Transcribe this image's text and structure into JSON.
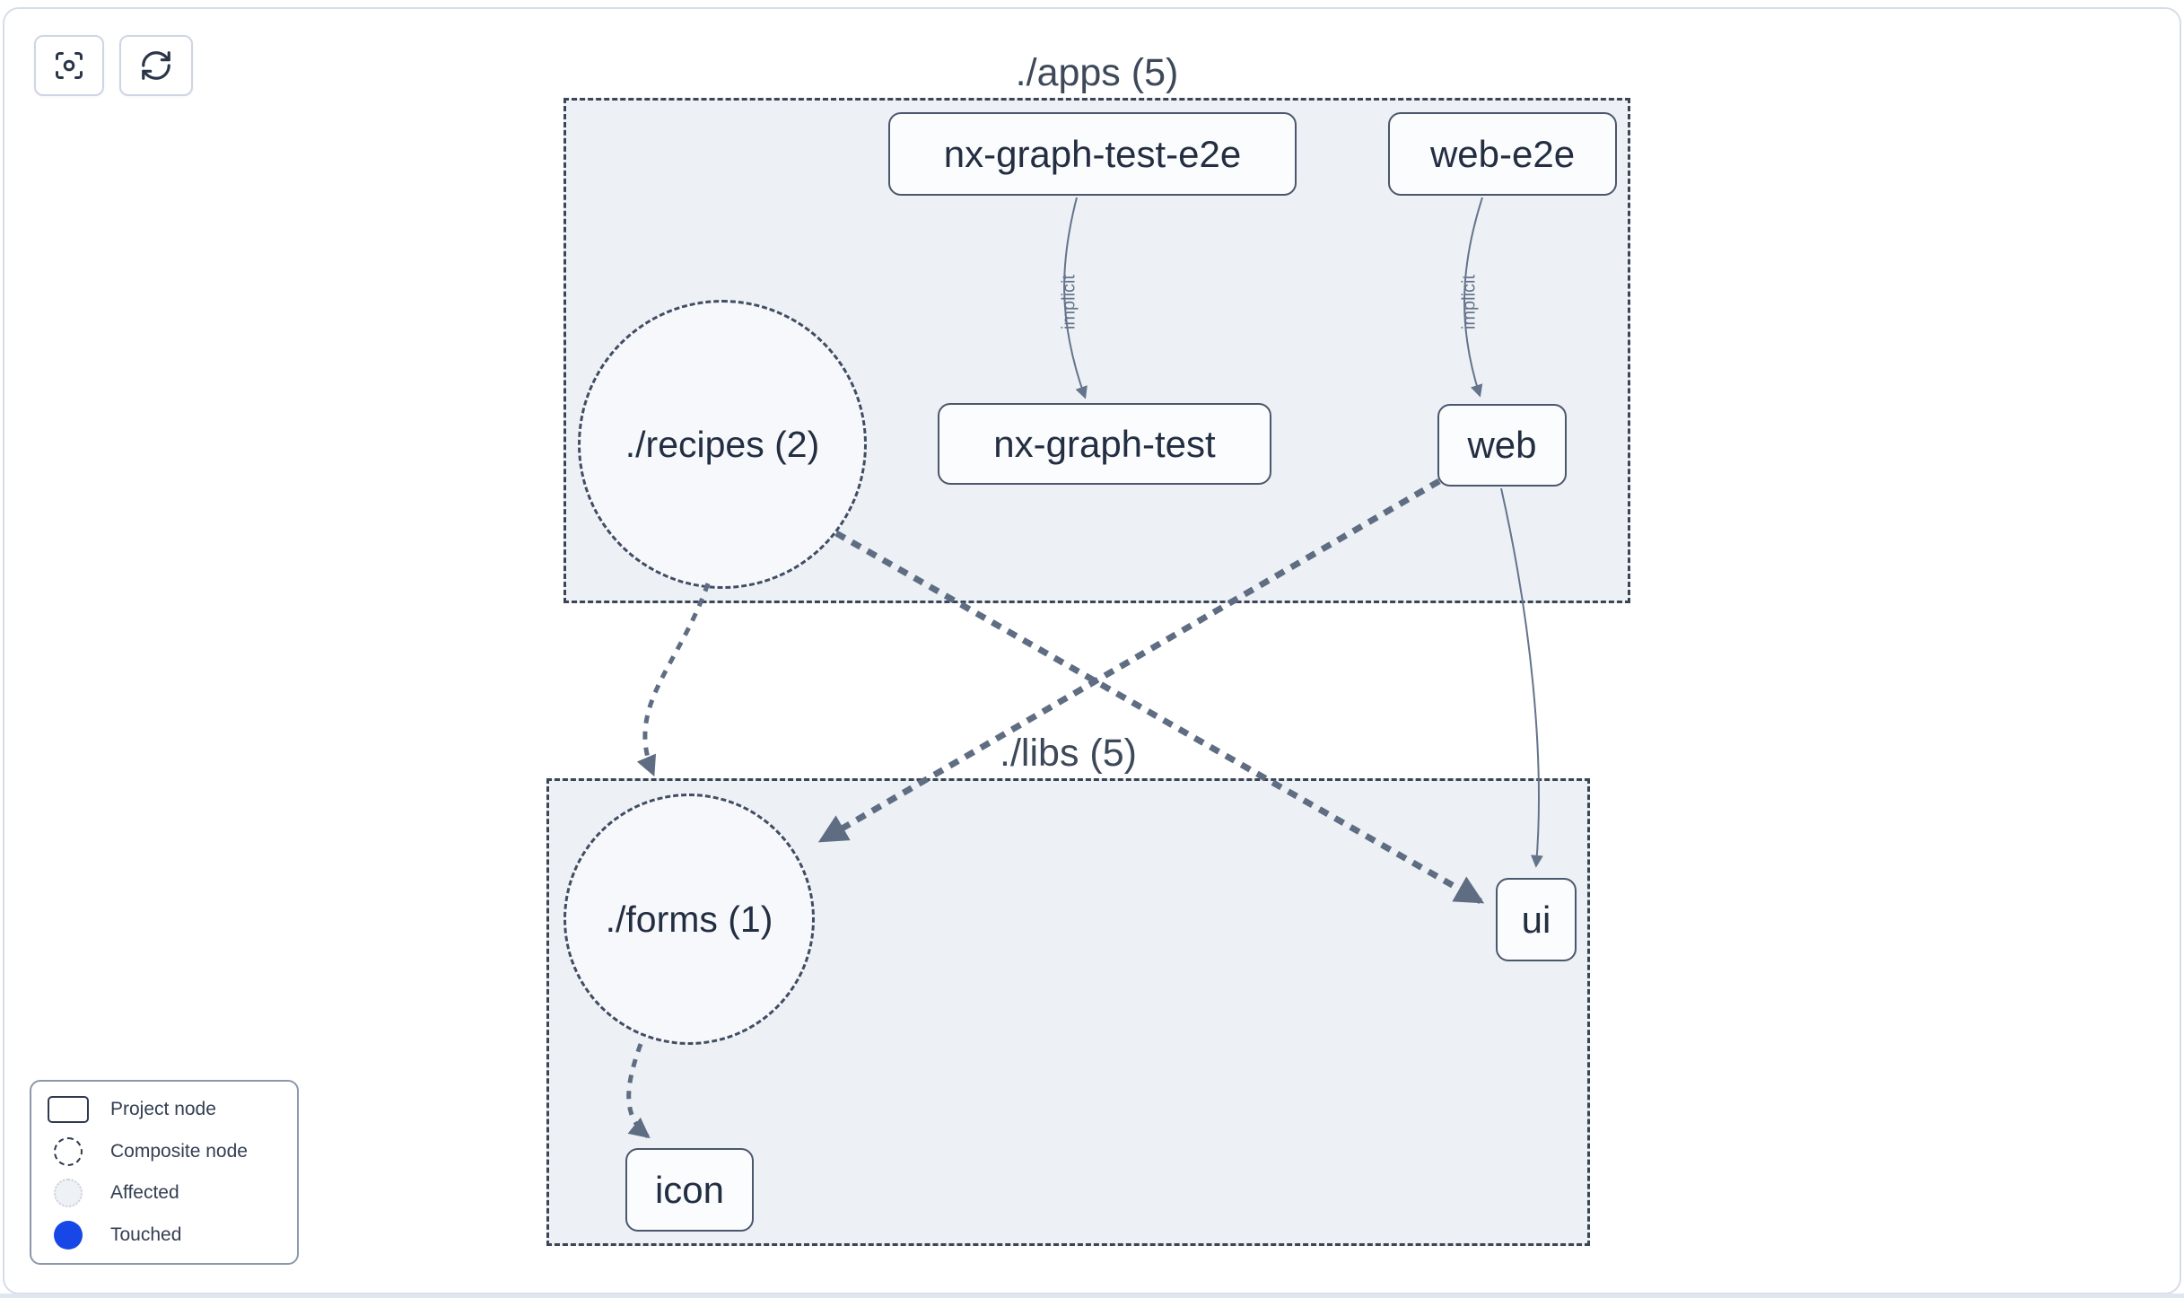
{
  "toolbar": {
    "buttons": [
      {
        "name": "focus-graph",
        "icon": "scan-focus-icon"
      },
      {
        "name": "refresh-graph",
        "icon": "refresh-icon"
      }
    ]
  },
  "graph": {
    "groups": [
      {
        "id": "apps",
        "label": "./apps (5)"
      },
      {
        "id": "libs",
        "label": "./libs (5)"
      }
    ],
    "nodes": [
      {
        "id": "nx-graph-test-e2e",
        "label": "nx-graph-test-e2e",
        "type": "project",
        "group": "apps"
      },
      {
        "id": "web-e2e",
        "label": "web-e2e",
        "type": "project",
        "group": "apps"
      },
      {
        "id": "recipes",
        "label": "./recipes (2)",
        "type": "composite",
        "group": "apps"
      },
      {
        "id": "nx-graph-test",
        "label": "nx-graph-test",
        "type": "project",
        "group": "apps"
      },
      {
        "id": "web",
        "label": "web",
        "type": "project",
        "group": "apps"
      },
      {
        "id": "forms",
        "label": "./forms (1)",
        "type": "composite",
        "group": "libs"
      },
      {
        "id": "ui",
        "label": "ui",
        "type": "project",
        "group": "libs"
      },
      {
        "id": "icon",
        "label": "icon",
        "type": "project",
        "group": "libs"
      }
    ],
    "edges": [
      {
        "from": "nx-graph-test-e2e",
        "to": "nx-graph-test",
        "label": "implicit",
        "style": "solid"
      },
      {
        "from": "web-e2e",
        "to": "web",
        "label": "implicit",
        "style": "solid"
      },
      {
        "from": "recipes",
        "to": "forms",
        "label": "",
        "style": "dashed"
      },
      {
        "from": "recipes",
        "to": "ui",
        "label": "",
        "style": "dashed"
      },
      {
        "from": "web",
        "to": "forms",
        "label": "",
        "style": "dashed"
      },
      {
        "from": "web",
        "to": "ui",
        "label": "",
        "style": "solid"
      },
      {
        "from": "forms",
        "to": "icon",
        "label": "",
        "style": "dashed"
      }
    ]
  },
  "legend": {
    "items": [
      {
        "label": "Project node",
        "icon": "project-node-icon"
      },
      {
        "label": "Composite node",
        "icon": "composite-node-icon"
      },
      {
        "label": "Affected",
        "icon": "affected-node-icon"
      },
      {
        "label": "Touched",
        "icon": "touched-node-icon"
      }
    ]
  },
  "colors": {
    "touched_blue": "#1747e6",
    "edge_slate": "#5f6d83",
    "group_fill": "#edf1f6",
    "dashed_border": "#3a4556",
    "node_text": "#232e42",
    "panel_border": "#d6dcea"
  }
}
